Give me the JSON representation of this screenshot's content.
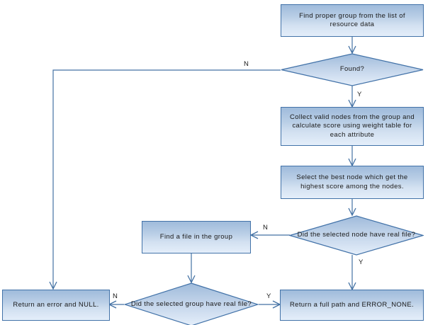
{
  "diagram": {
    "title": "Resource group file lookup flowchart",
    "palette": {
      "shape_border": "#4272a8",
      "shape_fill_top": "#9fbbdb",
      "shape_fill_bottom": "#e4eefa",
      "connector_line": "#4472a4",
      "text": "#1a1a1a",
      "background": "#ffffff"
    },
    "nodes": [
      {
        "id": "find-group",
        "type": "process",
        "text": "Find proper group from the list of resource data"
      },
      {
        "id": "found",
        "type": "decision",
        "text": "Found?"
      },
      {
        "id": "collect-nodes",
        "type": "process",
        "text": "Collect valid nodes from the group and calculate score using weight table for each attribute"
      },
      {
        "id": "select-best",
        "type": "process",
        "text": "Select the best node which get the highest score among the nodes."
      },
      {
        "id": "node-real-file",
        "type": "decision",
        "text": "Did the selected node have real file?"
      },
      {
        "id": "find-file",
        "type": "process",
        "text": "Find a file in the group"
      },
      {
        "id": "group-real-file",
        "type": "decision",
        "text": "Did the selected group have real file?"
      },
      {
        "id": "return-error",
        "type": "process",
        "text": "Return an error and NULL."
      },
      {
        "id": "return-success",
        "type": "process",
        "text": "Return a full path and ERROR_NONE."
      }
    ],
    "edge_labels": {
      "found_no": "N",
      "found_yes": "Y",
      "node_no": "N",
      "node_yes": "Y",
      "group_no": "N",
      "group_yes": "Y"
    }
  }
}
